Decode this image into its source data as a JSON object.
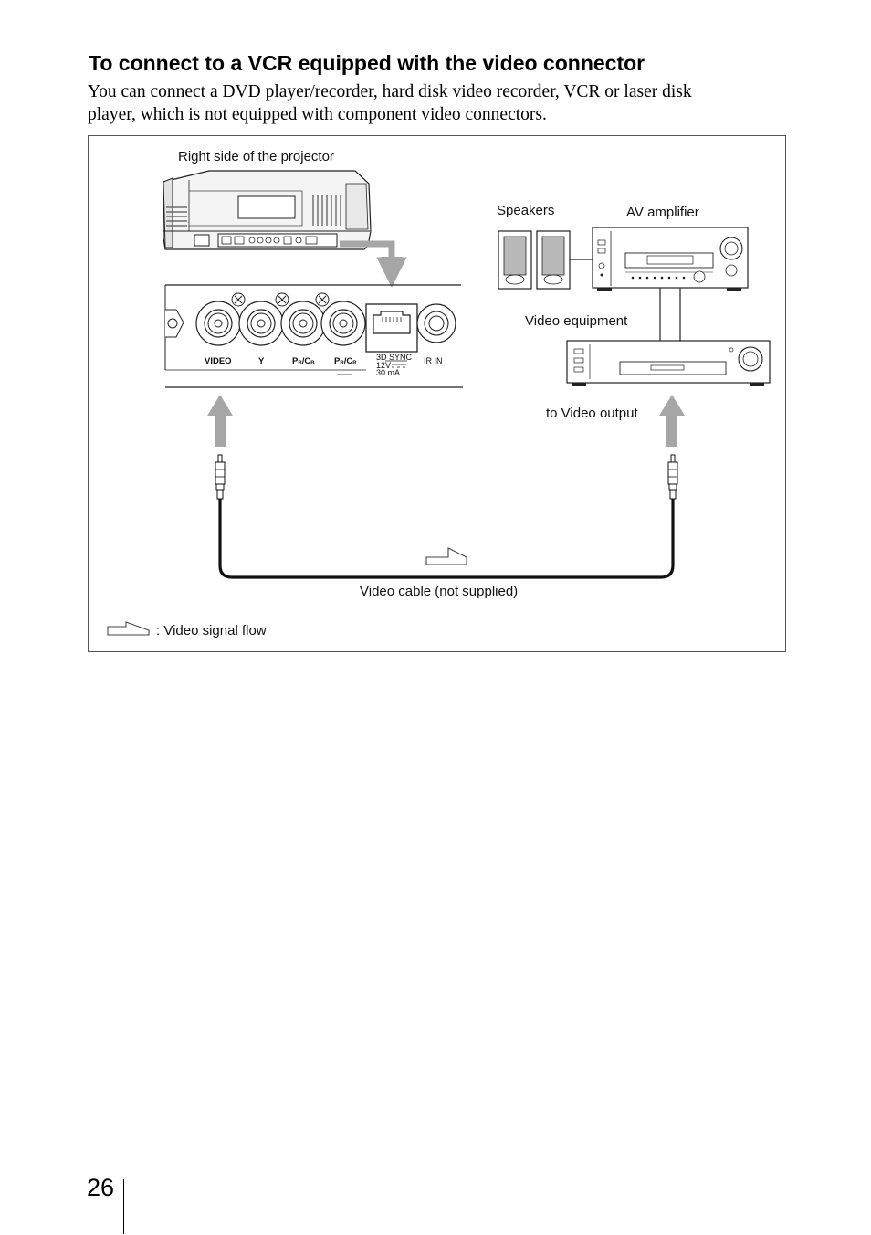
{
  "heading": "To connect to a VCR equipped with the video connector",
  "intro": {
    "line1": "You can connect a DVD player/recorder, hard disk video recorder, VCR or laser disk",
    "line2": "player, which is not equipped with component video connectors."
  },
  "diagram": {
    "projector_label": "Right side of the projector",
    "speakers_label": "Speakers",
    "amplifier_label": "AV amplifier",
    "video_equipment_label": "Video equipment",
    "video_output_label": "to Video output",
    "cable_label": "Video cable (not supplied)",
    "legend_label": ": Video signal flow",
    "connector_panel": {
      "video": "VIDEO",
      "y": "Y",
      "pb_main": "P",
      "pb_sub": "B",
      "pb_sep": "/C",
      "pb_sub2": "B",
      "pr_main": "P",
      "pr_sub": "R",
      "pr_sep": "/C",
      "pr_sub2": "R",
      "sync": "3D SYNC",
      "voltage": "12V",
      "current": "30 mA",
      "ir_in": "IR IN"
    }
  },
  "page_number": "26"
}
